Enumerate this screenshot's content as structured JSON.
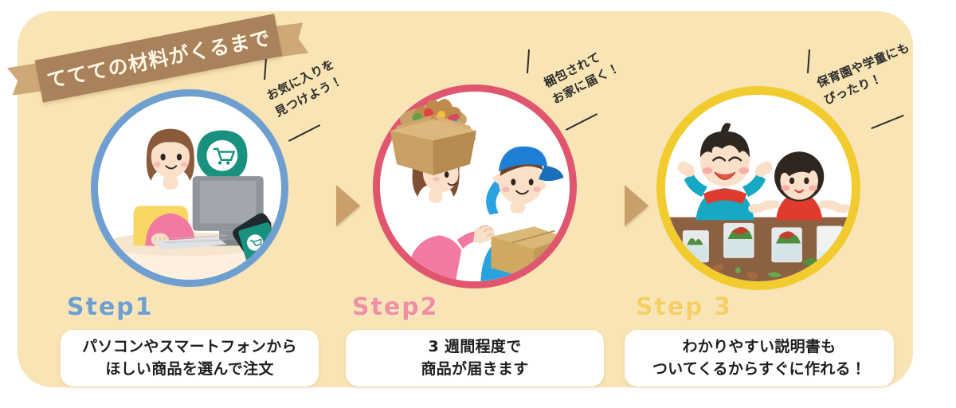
{
  "banner": {
    "text": "ててての材料がくるまで",
    "ribbon_color": "#a9815a",
    "tail_color": "#cfa877"
  },
  "card": {
    "background_color": "#f8e4b4",
    "page_background": "#ffffff"
  },
  "arrows": {
    "color": "#c9a06a",
    "glyph": "triangle-right"
  },
  "steps": [
    {
      "label": "Step1",
      "label_color": "#6f9fd0",
      "ring_color": "#6f9fd0",
      "illustration": "woman-ordering-on-computer-and-smartphone",
      "note": {
        "line1": "お気に入りを",
        "line2": "見つけよう！"
      },
      "caption": {
        "line1": "パソコンやスマートフォンから",
        "line2": "ほしい商品を選んで注文"
      }
    },
    {
      "label": "Step2",
      "label_color": "#ef8fa4",
      "ring_color": "#e0566f",
      "illustration": "delivery-man-handing-box-to-woman",
      "note": {
        "line1": "梱包されて",
        "line2": "お家に届く！"
      },
      "caption": {
        "line1": "3 週間程度で",
        "line2": "商品が届きます"
      }
    },
    {
      "label": "Step 3",
      "label_color": "#f5cf63",
      "ring_color": "#f2cb2e",
      "illustration": "two-children-cheering-at-craft-table",
      "note": {
        "line1": "保育園や学童にも",
        "line2": "ぴったり！"
      },
      "caption": {
        "line1": "わかりやすい説明書も",
        "line2": "ついてくるからすぐに作れる！"
      }
    }
  ]
}
